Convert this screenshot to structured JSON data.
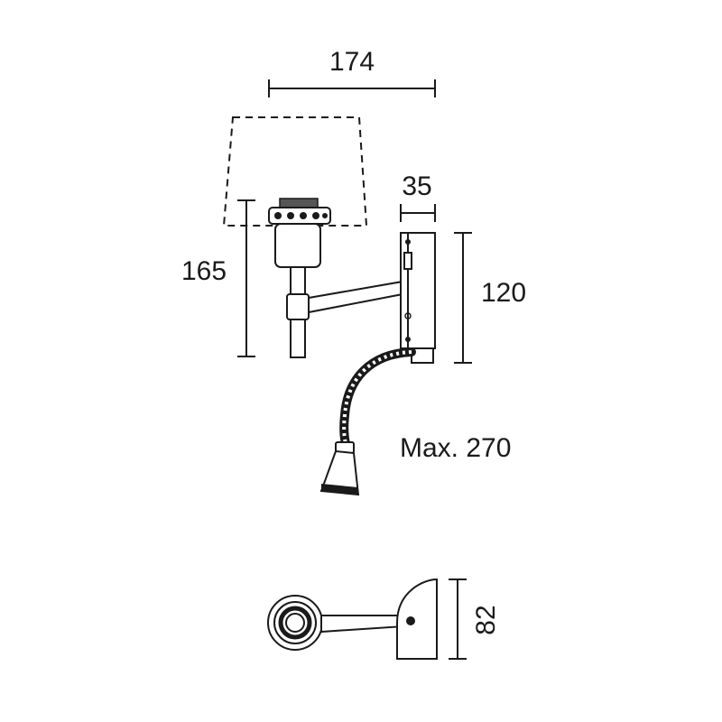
{
  "dimensions": {
    "shade_width": "174",
    "height": "165",
    "mount_width": "35",
    "mount_height": "120",
    "flex_arm_max": "Max. 270",
    "depth": "82"
  },
  "colors": {
    "line": "#1a1a1a",
    "background": "#ffffff"
  }
}
